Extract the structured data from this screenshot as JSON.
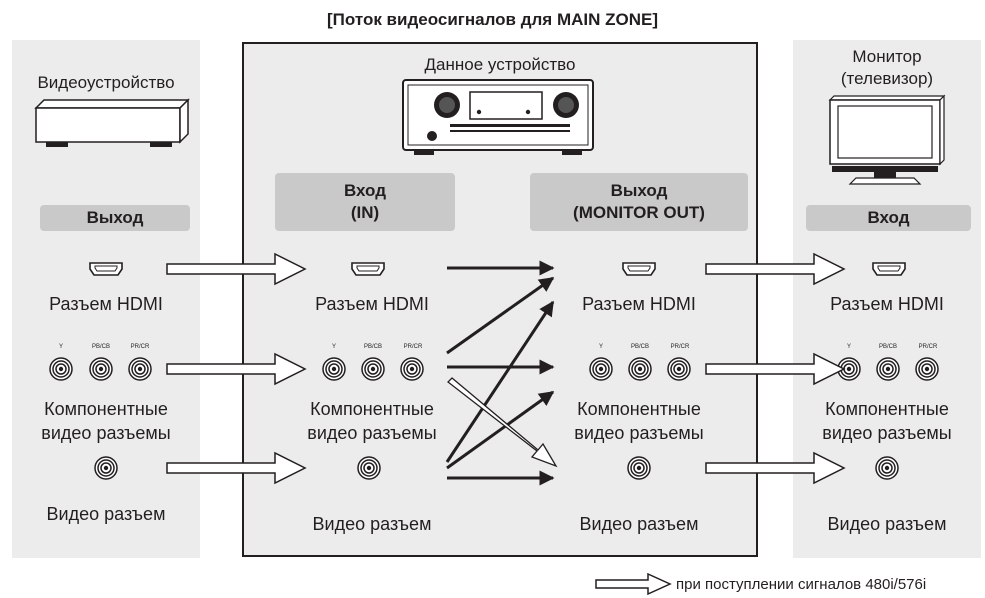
{
  "title": "[Поток видеосигналов для MAIN ZONE]",
  "source": {
    "device_label": "Видеоустройство",
    "header": "Выход"
  },
  "unit": {
    "device_label": "Данное устройство",
    "input_header": "Вход\n(IN)",
    "output_header": "Выход\n(MONITOR OUT)"
  },
  "monitor": {
    "device_label": "Монитор\n(телевизор)",
    "header": "Вход"
  },
  "connectors": {
    "hdmi": "Разъем HDMI",
    "component": "Компонентные\nвидео разъемы",
    "video": "Видео разъем",
    "component_jacks": [
      "Y",
      "PB/CB",
      "PR/CR"
    ]
  },
  "legend": {
    "text": "при поступлении сигналов 480i/576i"
  },
  "colors": {
    "panel": "#ececec",
    "header": "#c9c9c9",
    "line": "#231f20"
  }
}
